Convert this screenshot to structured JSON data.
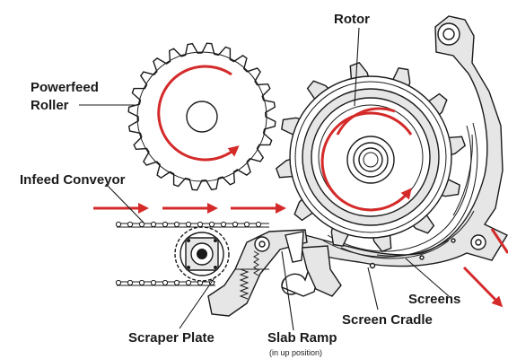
{
  "labels": {
    "rotor": "Rotor",
    "powerfeed_line1": "Powerfeed",
    "powerfeed_line2": "Roller",
    "infeed": "Infeed Conveyor",
    "scraper": "Scraper Plate",
    "slab_ramp": "Slab Ramp",
    "slab_ramp_note": "(in up position)",
    "screen_cradle": "Screen Cradle",
    "screens": "Screens"
  },
  "colors": {
    "arrow": "#d42a2a",
    "outline": "#1a1a1a",
    "shade": "#e6e6e6"
  }
}
